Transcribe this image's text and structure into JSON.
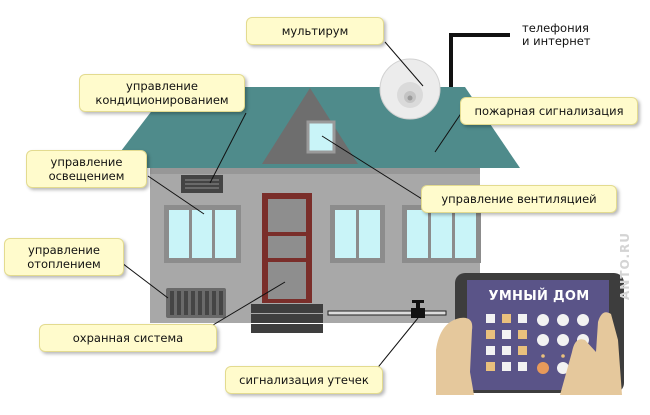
{
  "labels": {
    "multiroom": "мультирум",
    "telecom_line1": "телефония",
    "telecom_line2": "и  интернет",
    "climate_line1": "управление",
    "climate_line2": "кондиционированием",
    "fire_alarm": "пожарная сигнализация",
    "lighting_line1": "управление",
    "lighting_line2": "освещением",
    "ventilation": "управление вентиляцией",
    "heating_line1": "управление",
    "heating_line2": "отоплением",
    "security": "охранная система",
    "leak_alarm": "сигнализация утечек"
  },
  "tablet": {
    "title": "УМНЫЙ ДОМ"
  },
  "watermark": "ANTO.RU",
  "colors": {
    "roof": "#4f8b8b",
    "wall": "#a8a8a8",
    "window_frame": "#8c8c8c",
    "window_glass": "#c9f4f8",
    "door_frame": "#7a2e2a",
    "tablet_screen": "#5a5488",
    "label_fill": "#fffbcc"
  },
  "icons": [
    "satellite-dish-icon",
    "air-conditioner-icon",
    "radiator-icon",
    "water-valve-icon",
    "tablet-icon",
    "hand-icon"
  ]
}
